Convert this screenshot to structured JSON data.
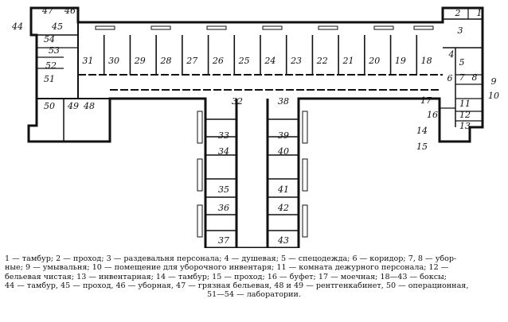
{
  "room_numbers": [
    "1",
    "2",
    "3",
    "4",
    "5",
    "6",
    "7",
    "8",
    "9",
    "10",
    "11",
    "12",
    "13",
    "14",
    "15",
    "16",
    "17",
    "18",
    "19",
    "20",
    "21",
    "22",
    "23",
    "24",
    "25",
    "26",
    "27",
    "28",
    "29",
    "30",
    "31",
    "32",
    "33",
    "34",
    "35",
    "36",
    "37",
    "38",
    "39",
    "40",
    "41",
    "42",
    "43",
    "44",
    "45",
    "46",
    "47",
    "48",
    "49",
    "50",
    "51",
    "52",
    "53",
    "54"
  ],
  "legend": {
    "lines": [
      "1 — тамбур;  2 — проход;  3 — раздевальня персонала;  4 — душевая;  5 — спецодежда;  6 — коридор;  7,  8 — убор-",
      "ные;  9 — умывальня;  10 — помещение для уборочного инвентаря;  11 — комната дежурного персонала;  12 —",
      "бельевая чистая;  13 — инвентарная;  14 — тамбур;  15 — проход;  16 — буфет;  17 — моечная;  18—43 — боксы;",
      "44 — тамбур,  45 — проход,  46 — уборная,  47 — грязная бельевая,  48 и 49 — рентгенкабинет,  50 — операционная,",
      "51—54 — лаборатории."
    ]
  }
}
